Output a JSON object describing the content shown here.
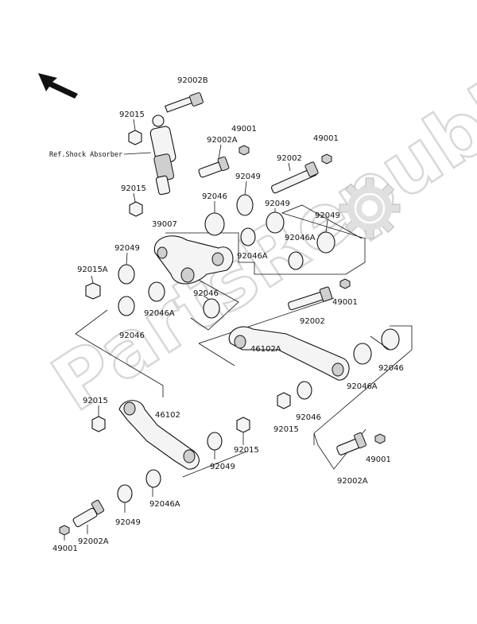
{
  "watermark": "PartsRepublik",
  "ref_label": "Ref.Shock Absorber",
  "labels": {
    "l92002B": "92002B",
    "l92015_top": "92015",
    "l92002A_top": "92002A",
    "l49001_top": "49001",
    "l49001_right": "49001",
    "l92002_top": "92002",
    "l92015_mid": "92015",
    "l92049_a": "92049",
    "l92046_a": "92046",
    "l92049_b": "92049",
    "l92049_c": "92049",
    "l39007": "39007",
    "l92046A_a": "92046A",
    "l92046A_b": "92046A",
    "l92049_d": "92049",
    "l92015A": "92015A",
    "l92046A_c": "92046A",
    "l92046_b": "92046",
    "l92046_c": "92046",
    "l49001_mid": "49001",
    "l92002_mid": "92002",
    "l46102A": "46102A",
    "l92046_d": "92046",
    "l92046A_d": "92046A",
    "l92015_lm": "92015",
    "l46102": "46102",
    "l92046_e": "92046",
    "l92015_c": "92015",
    "l92015_d": "92015",
    "l92049_e": "92049",
    "l49001_br": "49001",
    "l92002A_br": "92002A",
    "l92046A_e": "92046A",
    "l92049_f": "92049",
    "l49001_bl": "49001",
    "l92002A_bl": "92002A"
  }
}
